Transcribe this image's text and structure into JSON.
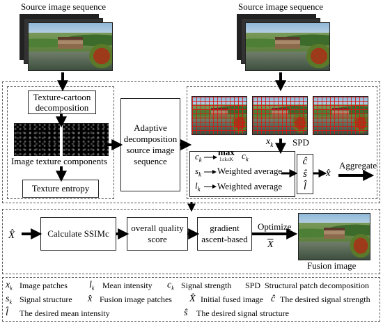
{
  "labels": {
    "source_left": "Source image sequence",
    "source_right": "Source image sequence",
    "texture_cartoon_1": "Texture-cartoon",
    "texture_cartoon_2": "decomposition",
    "image_texture_components": "Image texture components",
    "texture_entropy": "Texture entropy",
    "adaptive_1": "Adaptive",
    "adaptive_2": "decomposition",
    "adaptive_3": "source image",
    "adaptive_4": "sequence",
    "xk": "x",
    "xk_sub": "k",
    "spd": "SPD",
    "ck": "c",
    "ck_sub": "k",
    "max": "max",
    "max_sub": "1≤k≤K",
    "max_c": "c",
    "max_c_sub": "k",
    "sk": "s",
    "sk_sub": "k",
    "sk_rule": "Weighted average",
    "lk": "l",
    "lk_sub": "k",
    "lk_rule": "Weighted average",
    "c_hat": "ĉ",
    "s_hat": "ŝ",
    "l_hat": "l̂",
    "x_hat": "x̂",
    "aggregate": "Aggregate",
    "X_hat": "X̂",
    "calculate_ssim": "Calculate SSIMc",
    "overall_1": "overall quality",
    "overall_2": "score",
    "gradient_1": "gradient",
    "gradient_2": "ascent-based",
    "optimize": "Optimize",
    "X_result": "X",
    "fusion_image": "Fusion image"
  },
  "legend": {
    "row1": [
      {
        "sym": "x",
        "sub": "k",
        "desc": "Image patches"
      },
      {
        "sym": "l",
        "sub": "k",
        "desc": "Mean intensity"
      },
      {
        "sym": "c",
        "sub": "k",
        "desc": "Signal strength"
      },
      {
        "sym": "SPD",
        "sub": "",
        "desc": "Structural patch decomposition"
      }
    ],
    "row2": [
      {
        "sym": "s",
        "sub": "k",
        "desc": "Signal structure"
      },
      {
        "sym": "x̂",
        "sub": "",
        "desc": "Fusion  image patches"
      },
      {
        "sym": "X̂",
        "sub": "",
        "desc": "Initial fused image"
      },
      {
        "sym": "ĉ",
        "sub": "",
        "desc": "The  desired signal strength"
      }
    ],
    "row3": [
      {
        "sym": "l̂",
        "sub": "",
        "desc": "The desired mean intensity"
      },
      {
        "sym": "ŝ",
        "sub": "",
        "desc": "The desired signal structure"
      }
    ]
  }
}
